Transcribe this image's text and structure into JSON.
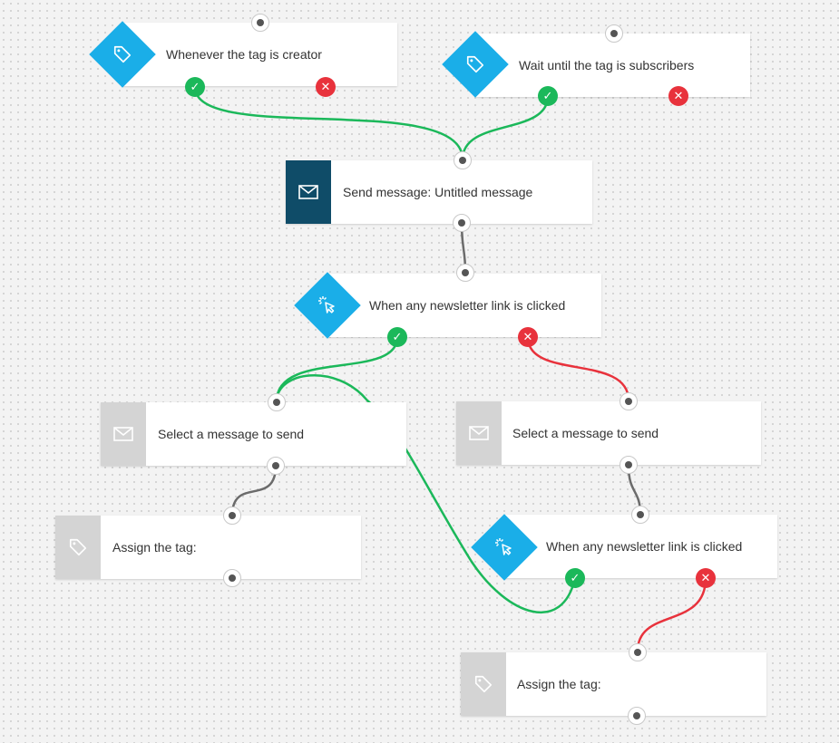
{
  "colors": {
    "trigger": "#1aaee8",
    "action_dark": "#0f4c68",
    "action_grey": "#d4d4d4",
    "yes": "#1bb85a",
    "no": "#e8323c",
    "neutral_wire": "#6b6b6b"
  },
  "nodes": {
    "tag_creator": {
      "label": "Whenever the tag is creator",
      "icon": "tag-icon"
    },
    "tag_subscribers": {
      "label": "Wait until the tag is subscribers",
      "icon": "tag-icon"
    },
    "send_message": {
      "label": "Send message: Untitled message",
      "icon": "envelope-icon"
    },
    "link_clicked_1": {
      "label": "When any newsletter link is clicked",
      "icon": "cursor-click-icon"
    },
    "select_message_left": {
      "label": "Select a message to send",
      "icon": "envelope-icon"
    },
    "select_message_right": {
      "label": "Select a message to send",
      "icon": "envelope-icon"
    },
    "assign_tag_left": {
      "label": "Assign the tag:",
      "icon": "tag-icon"
    },
    "link_clicked_2": {
      "label": "When any newsletter link is clicked",
      "icon": "cursor-click-icon"
    },
    "assign_tag_right": {
      "label": "Assign the tag:",
      "icon": "tag-icon"
    }
  },
  "badges": {
    "yes": "✓",
    "no": "✕"
  }
}
